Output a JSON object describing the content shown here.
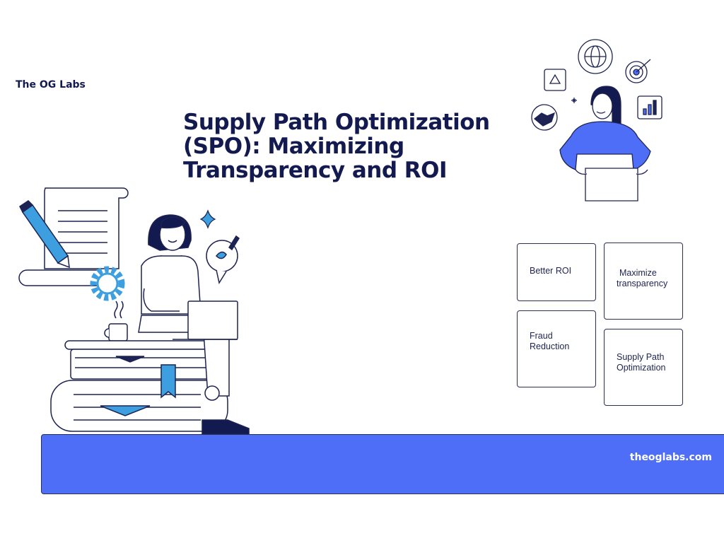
{
  "brand": {
    "name": "The OG Labs"
  },
  "hero": {
    "title": "Supply Path Optimization (SPO): Maximizing Transparency and ROI"
  },
  "cards": [
    {
      "line1": "Better ROI",
      "line2": ""
    },
    {
      "line1": "Maximize",
      "line2": "transparency"
    },
    {
      "line1": "Fraud",
      "line2": "Reduction"
    },
    {
      "line1": "Supply Path",
      "line2": "Optimization"
    }
  ],
  "footer": {
    "url": "theoglabs.com"
  },
  "colors": {
    "accent": "#4f6ef7",
    "navy": "#131a4f",
    "light_blue": "#3d9fe0",
    "white": "#ffffff"
  },
  "icons": [
    "document-scroll-icon",
    "pencil-icon",
    "gear-icon",
    "sparkle-icon",
    "coffee-mug-icon",
    "chat-bubble-pen-icon",
    "laptop-icon",
    "books-stack-icon",
    "globe-icon",
    "target-icon",
    "recycle-icon",
    "handshake-icon",
    "bar-chart-icon",
    "star-icon"
  ]
}
